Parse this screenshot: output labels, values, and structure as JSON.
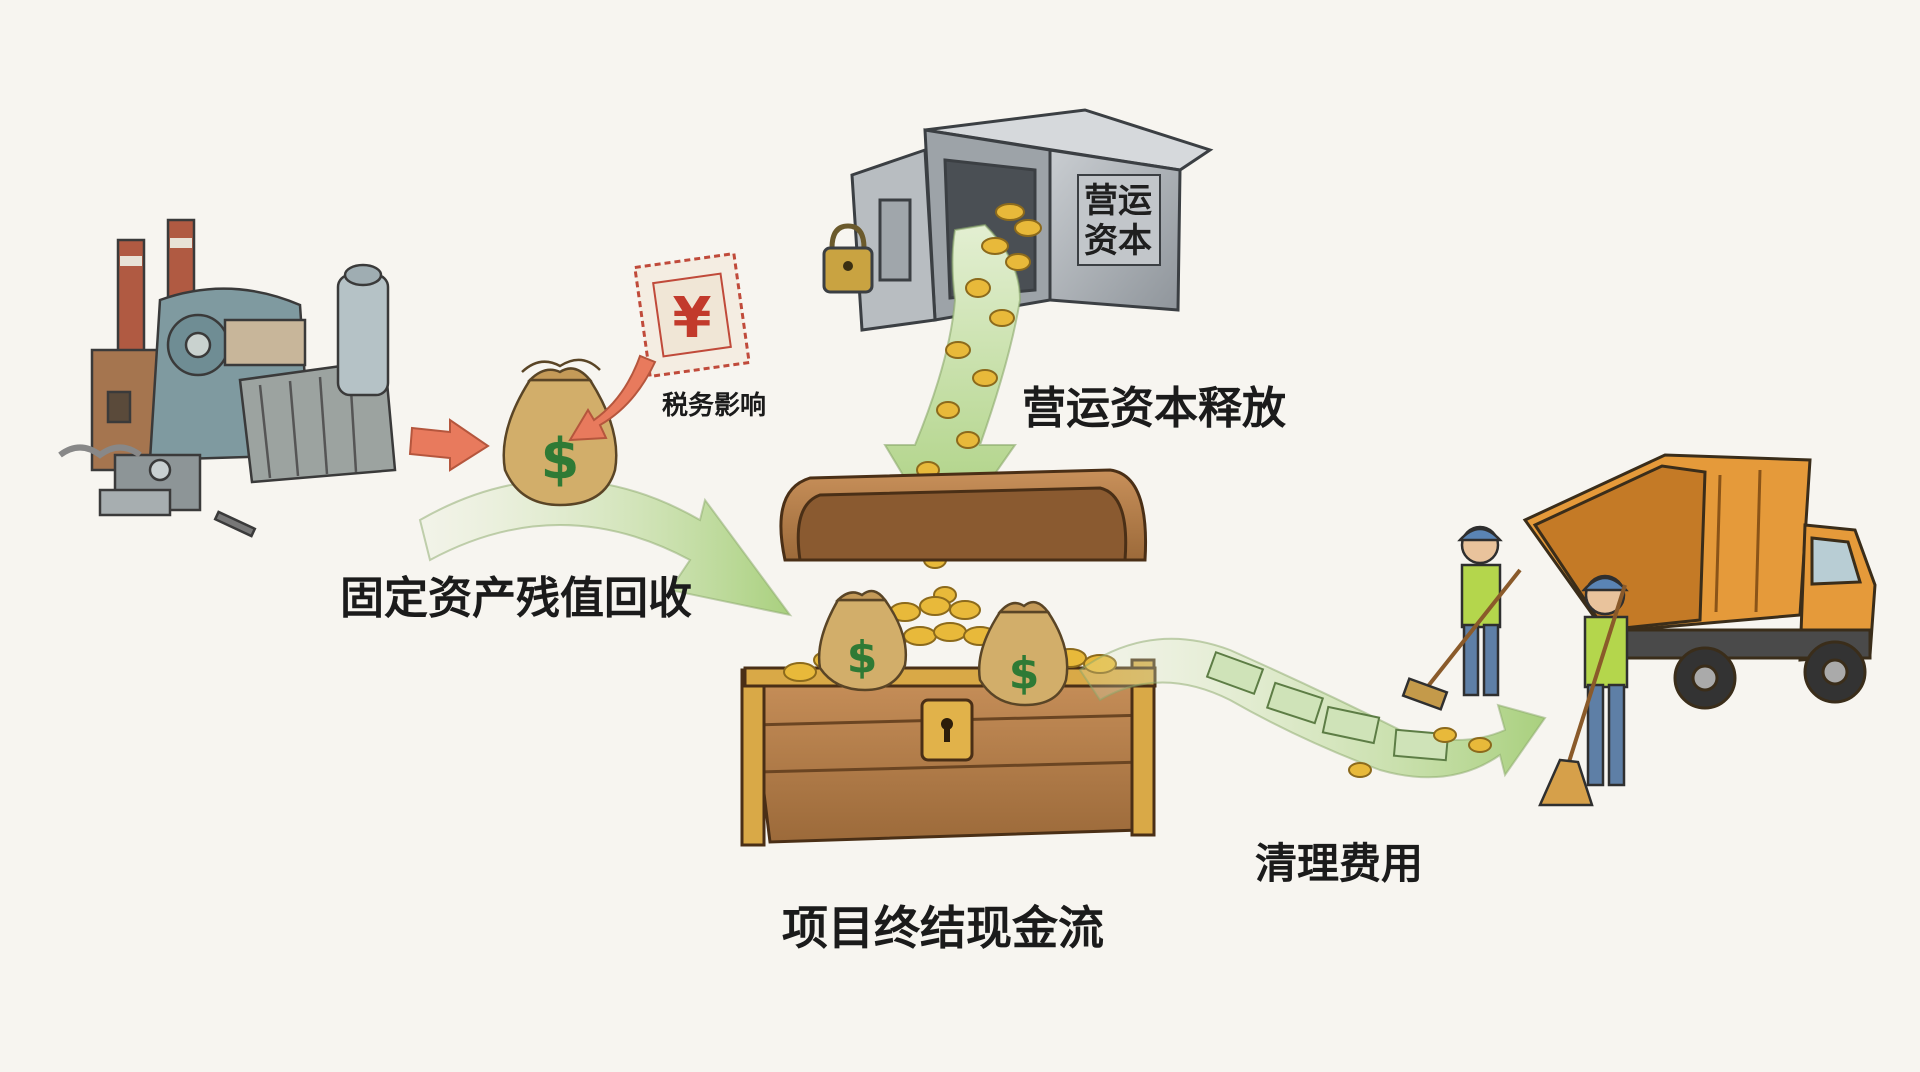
{
  "labels": {
    "fixed_asset_salvage": "固定资产残值回收",
    "tax_effect": "税务影响",
    "working_capital_release": "营运资本释放",
    "safe_sign_line1": "营运",
    "safe_sign_line2": "资本",
    "terminal_cash_flow": "项目终结现金流",
    "cleanup_cost": "清理费用"
  },
  "symbols": {
    "tax_stamp": "¥",
    "money_bag": "$"
  },
  "colors": {
    "background": "#f7f5f0",
    "green_arrow": "#b5d68f",
    "red_arrow": "#e87a5d",
    "chest_wood": "#b8824a",
    "gold_coin": "#e8b93a",
    "safe_steel": "#a9aeb3",
    "truck_orange": "#e59a3a",
    "vest_green": "#b4d64c"
  }
}
